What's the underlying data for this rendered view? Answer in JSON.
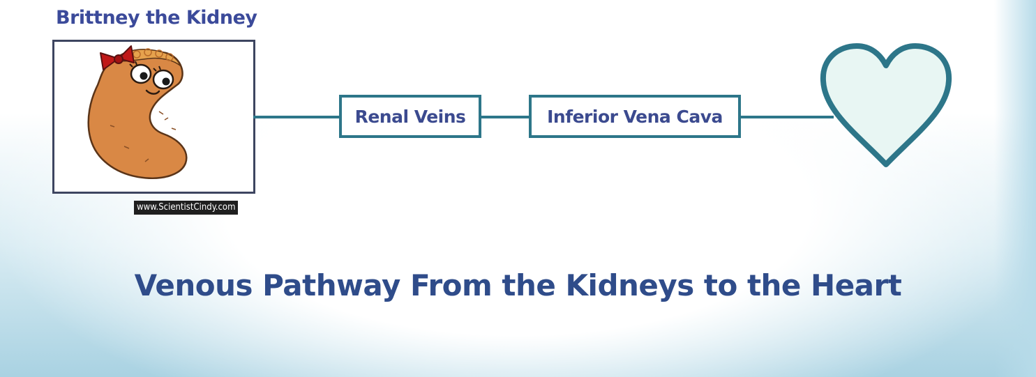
{
  "diagram": {
    "kidney_label": "Brittney the Kidney",
    "credit": "www.ScientistCindy.com",
    "steps": [
      {
        "label": "Renal Veins"
      },
      {
        "label": "Inferior Vena Cava"
      }
    ],
    "title": "Venous Pathway From the Kidneys to the Heart"
  },
  "colors": {
    "box_border": "#2d7689",
    "box_text": "#3b4a8f",
    "title_text": "#2f4c8a",
    "kidney_body": "#d98845",
    "heart_fill": "#e8f6f3",
    "background_accent": "#a9d2e2"
  },
  "icons": {
    "kidney": "kidney-cartoon-icon",
    "heart": "heart-outline-icon"
  }
}
